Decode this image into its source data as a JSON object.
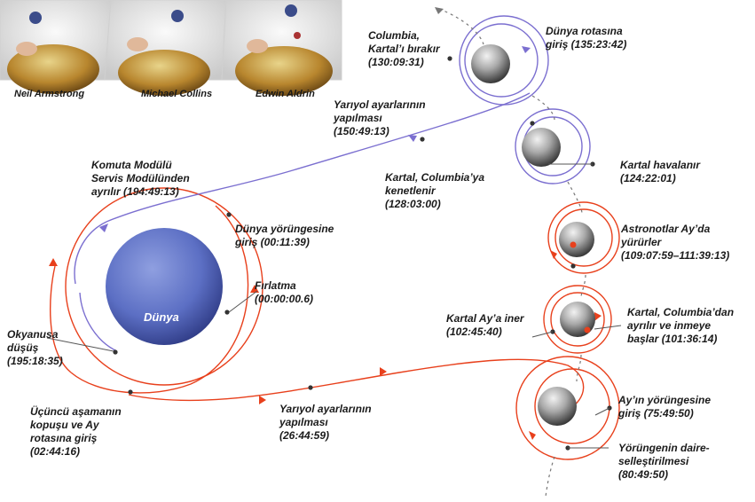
{
  "crew": {
    "names": [
      "Neil Armstrong",
      "Michael Collins",
      "Edwin Aldrin"
    ]
  },
  "earth_label": "Dünya",
  "labels": {
    "columbia_release": [
      "Columbia,",
      "Kartal’ı bırakır",
      "(130:09:31)"
    ],
    "earth_orbit_entry_top": [
      "Dünya rotasına",
      "giriş  (135:23:42)"
    ],
    "course_correction_return": [
      "Yarıyol ayarlarının",
      "yapılması",
      "(150:49:13)"
    ],
    "command_module_separation": [
      "Komuta Modülü",
      "Servis Modülünden",
      "ayrılır  (194:49:13)"
    ],
    "eagle_docks": [
      "Kartal, Columbia’ya",
      "kenetlenir",
      "(128:03:00)"
    ],
    "eagle_liftoff": [
      "Kartal havalanır",
      "(124:22:01)"
    ],
    "moonwalk": [
      "Astronotlar Ay’da",
      "yürürler",
      "(109:07:59–111:39:13)"
    ],
    "eagle_lands": [
      "Kartal Ay’a iner",
      "(102:45:40)"
    ],
    "eagle_separates": [
      "Kartal, Columbia’dan",
      "ayrılır ve inmeye",
      "başlar  (101:36:14)"
    ],
    "earth_orbit_insertion": [
      "Dünya yörüngesine",
      "giriş  (00:11:39)"
    ],
    "launch": [
      "Fırlatma",
      "(00:00:00.6)"
    ],
    "splashdown": [
      "Okyanusa",
      "düşüş",
      "(195:18:35)"
    ],
    "third_stage": [
      "Üçüncü aşamanın",
      "kopuşu ve Ay",
      "rotasına giriş",
      "(02:44:16)"
    ],
    "course_correction_outbound": [
      "Yarıyol ayarlarının",
      "yapılması",
      "(26:44:59)"
    ],
    "lunar_orbit_insertion": [
      "Ay’ın yörüngesine",
      "giriş  (75:49:50)"
    ],
    "orbit_circularization": [
      "Yörüngenin daire-",
      "selleştirilmesi",
      "(80:49:50)"
    ]
  },
  "colors": {
    "outbound_path": "#e8401c",
    "return_path": "#7b6fd0",
    "earth": "#5c6fc4",
    "moon": "#9a9a9a"
  }
}
